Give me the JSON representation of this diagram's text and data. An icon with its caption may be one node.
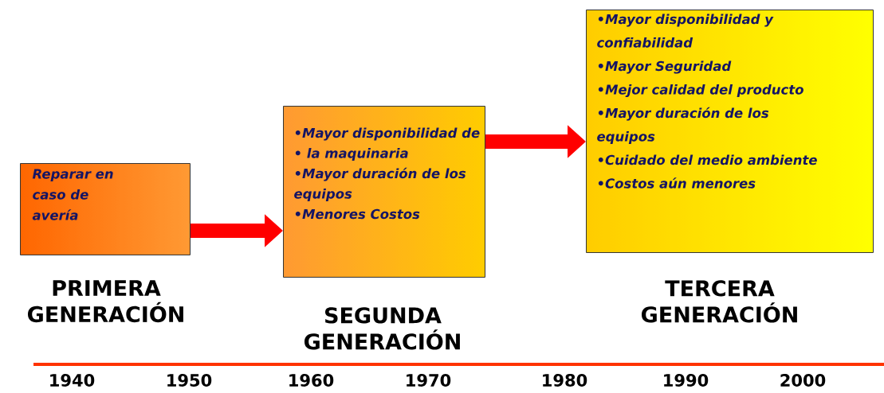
{
  "diagram": {
    "nodes": [
      {
        "text": [
          "Reparar en caso de avería"
        ],
        "beside": [
          "PRIMERA GENERACIÓN"
        ]
      },
      {
        "text": [
          "•Mayor disponibilidad de",
          "•  la maquinaria",
          "•Mayor duración de los equipos",
          "•Menores Costos"
        ],
        "beside": [
          "SEGUNDA GENERACIÓN"
        ]
      },
      {
        "text": [
          "•Mayor disponibilidad y confiabilidad",
          "•Mayor  Seguridad",
          "•Mejor calidad del producto",
          "•Mayor duración de los equipos",
          "•Cuidado del medio ambiente",
          "•Costos aún menores"
        ],
        "beside": [
          "TERCERA GENERACIÓN"
        ]
      }
    ],
    "edges": [
      {
        "from": 0,
        "to": 1,
        "arrow": "to",
        "color": "#ff0000"
      },
      {
        "from": 1,
        "to": 2,
        "arrow": "to",
        "color": "#ff0000"
      }
    ],
    "labels": [
      "1940",
      "1950",
      "1960",
      "1970",
      "1980",
      "1990",
      "2000"
    ]
  }
}
